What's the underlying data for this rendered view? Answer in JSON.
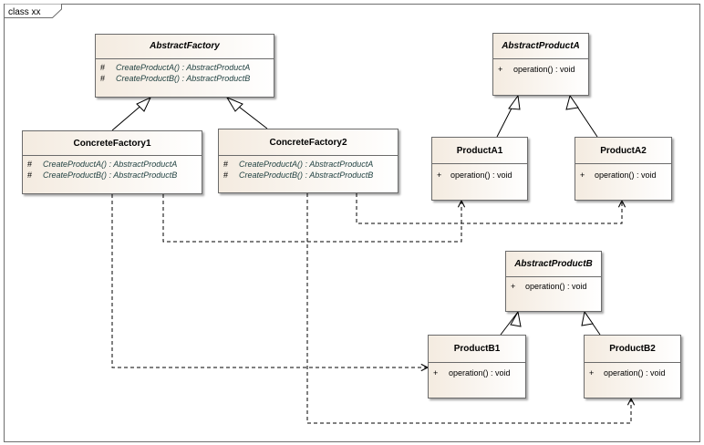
{
  "frame": {
    "title": "class xx"
  },
  "classes": {
    "abstract_factory": {
      "name": "AbstractFactory",
      "ops": [
        {
          "vis": "#",
          "sig": "CreateProductA() : AbstractProductA"
        },
        {
          "vis": "#",
          "sig": "CreateProductB() : AbstractProductB"
        }
      ]
    },
    "concrete_factory1": {
      "name": "ConcreteFactory1",
      "ops": [
        {
          "vis": "#",
          "sig": "CreateProductA() : AbstractProductA"
        },
        {
          "vis": "#",
          "sig": "CreateProductB() : AbstractProductB"
        }
      ]
    },
    "concrete_factory2": {
      "name": "ConcreteFactory2",
      "ops": [
        {
          "vis": "#",
          "sig": "CreateProductA() : AbstractProductA"
        },
        {
          "vis": "#",
          "sig": "CreateProductB() : AbstractProductB"
        }
      ]
    },
    "abstract_product_a": {
      "name": "AbstractProductA",
      "ops": [
        {
          "vis": "+",
          "sig": "operation() : void"
        }
      ]
    },
    "product_a1": {
      "name": "ProductA1",
      "ops": [
        {
          "vis": "+",
          "sig": "operation() : void"
        }
      ]
    },
    "product_a2": {
      "name": "ProductA2",
      "ops": [
        {
          "vis": "+",
          "sig": "operation() : void"
        }
      ]
    },
    "abstract_product_b": {
      "name": "AbstractProductB",
      "ops": [
        {
          "vis": "+",
          "sig": "operation() : void"
        }
      ]
    },
    "product_b1": {
      "name": "ProductB1",
      "ops": [
        {
          "vis": "+",
          "sig": "operation() : void"
        }
      ]
    },
    "product_b2": {
      "name": "ProductB2",
      "ops": [
        {
          "vis": "+",
          "sig": "operation() : void"
        }
      ]
    }
  },
  "relationships": {
    "generalizations": [
      {
        "from": "ConcreteFactory1",
        "to": "AbstractFactory"
      },
      {
        "from": "ConcreteFactory2",
        "to": "AbstractFactory"
      },
      {
        "from": "ProductA1",
        "to": "AbstractProductA"
      },
      {
        "from": "ProductA2",
        "to": "AbstractProductA"
      },
      {
        "from": "ProductB1",
        "to": "AbstractProductB"
      },
      {
        "from": "ProductB2",
        "to": "AbstractProductB"
      }
    ],
    "dependencies": [
      {
        "from": "ConcreteFactory1",
        "to": "ProductA1"
      },
      {
        "from": "ConcreteFactory1",
        "to": "ProductB1"
      },
      {
        "from": "ConcreteFactory2",
        "to": "ProductA2"
      },
      {
        "from": "ConcreteFactory2",
        "to": "ProductB2"
      }
    ]
  }
}
